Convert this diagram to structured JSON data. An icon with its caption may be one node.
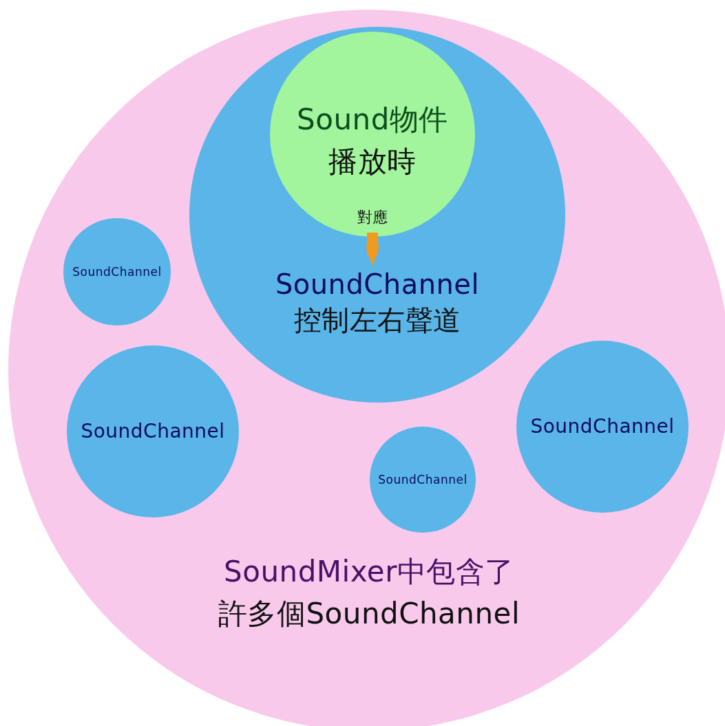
{
  "diagram": {
    "nodes": [
      {
        "text": [
          "SoundMixer中包含了",
          "許多個SoundChannel"
        ]
      },
      {
        "text": [],
        "shape": "circle",
        "in": 0
      },
      {
        "text": [
          "Sound物件",
          "播放時"
        ],
        "in": 1
      },
      {
        "text": [
          "SoundChannel",
          "控制左右聲道"
        ],
        "in": 1
      },
      {
        "text": [
          "SoundChannel"
        ],
        "in": 0
      },
      {
        "text": [
          "SoundChannel"
        ],
        "in": 0
      },
      {
        "text": [
          "SoundChannel"
        ],
        "in": 0
      },
      {
        "text": [
          "SoundChannel"
        ],
        "in": 0
      }
    ],
    "edges": [
      {
        "from": 2,
        "to": 3,
        "arrow": "to",
        "label": "對應",
        "color": "#f39a1e"
      }
    ]
  }
}
